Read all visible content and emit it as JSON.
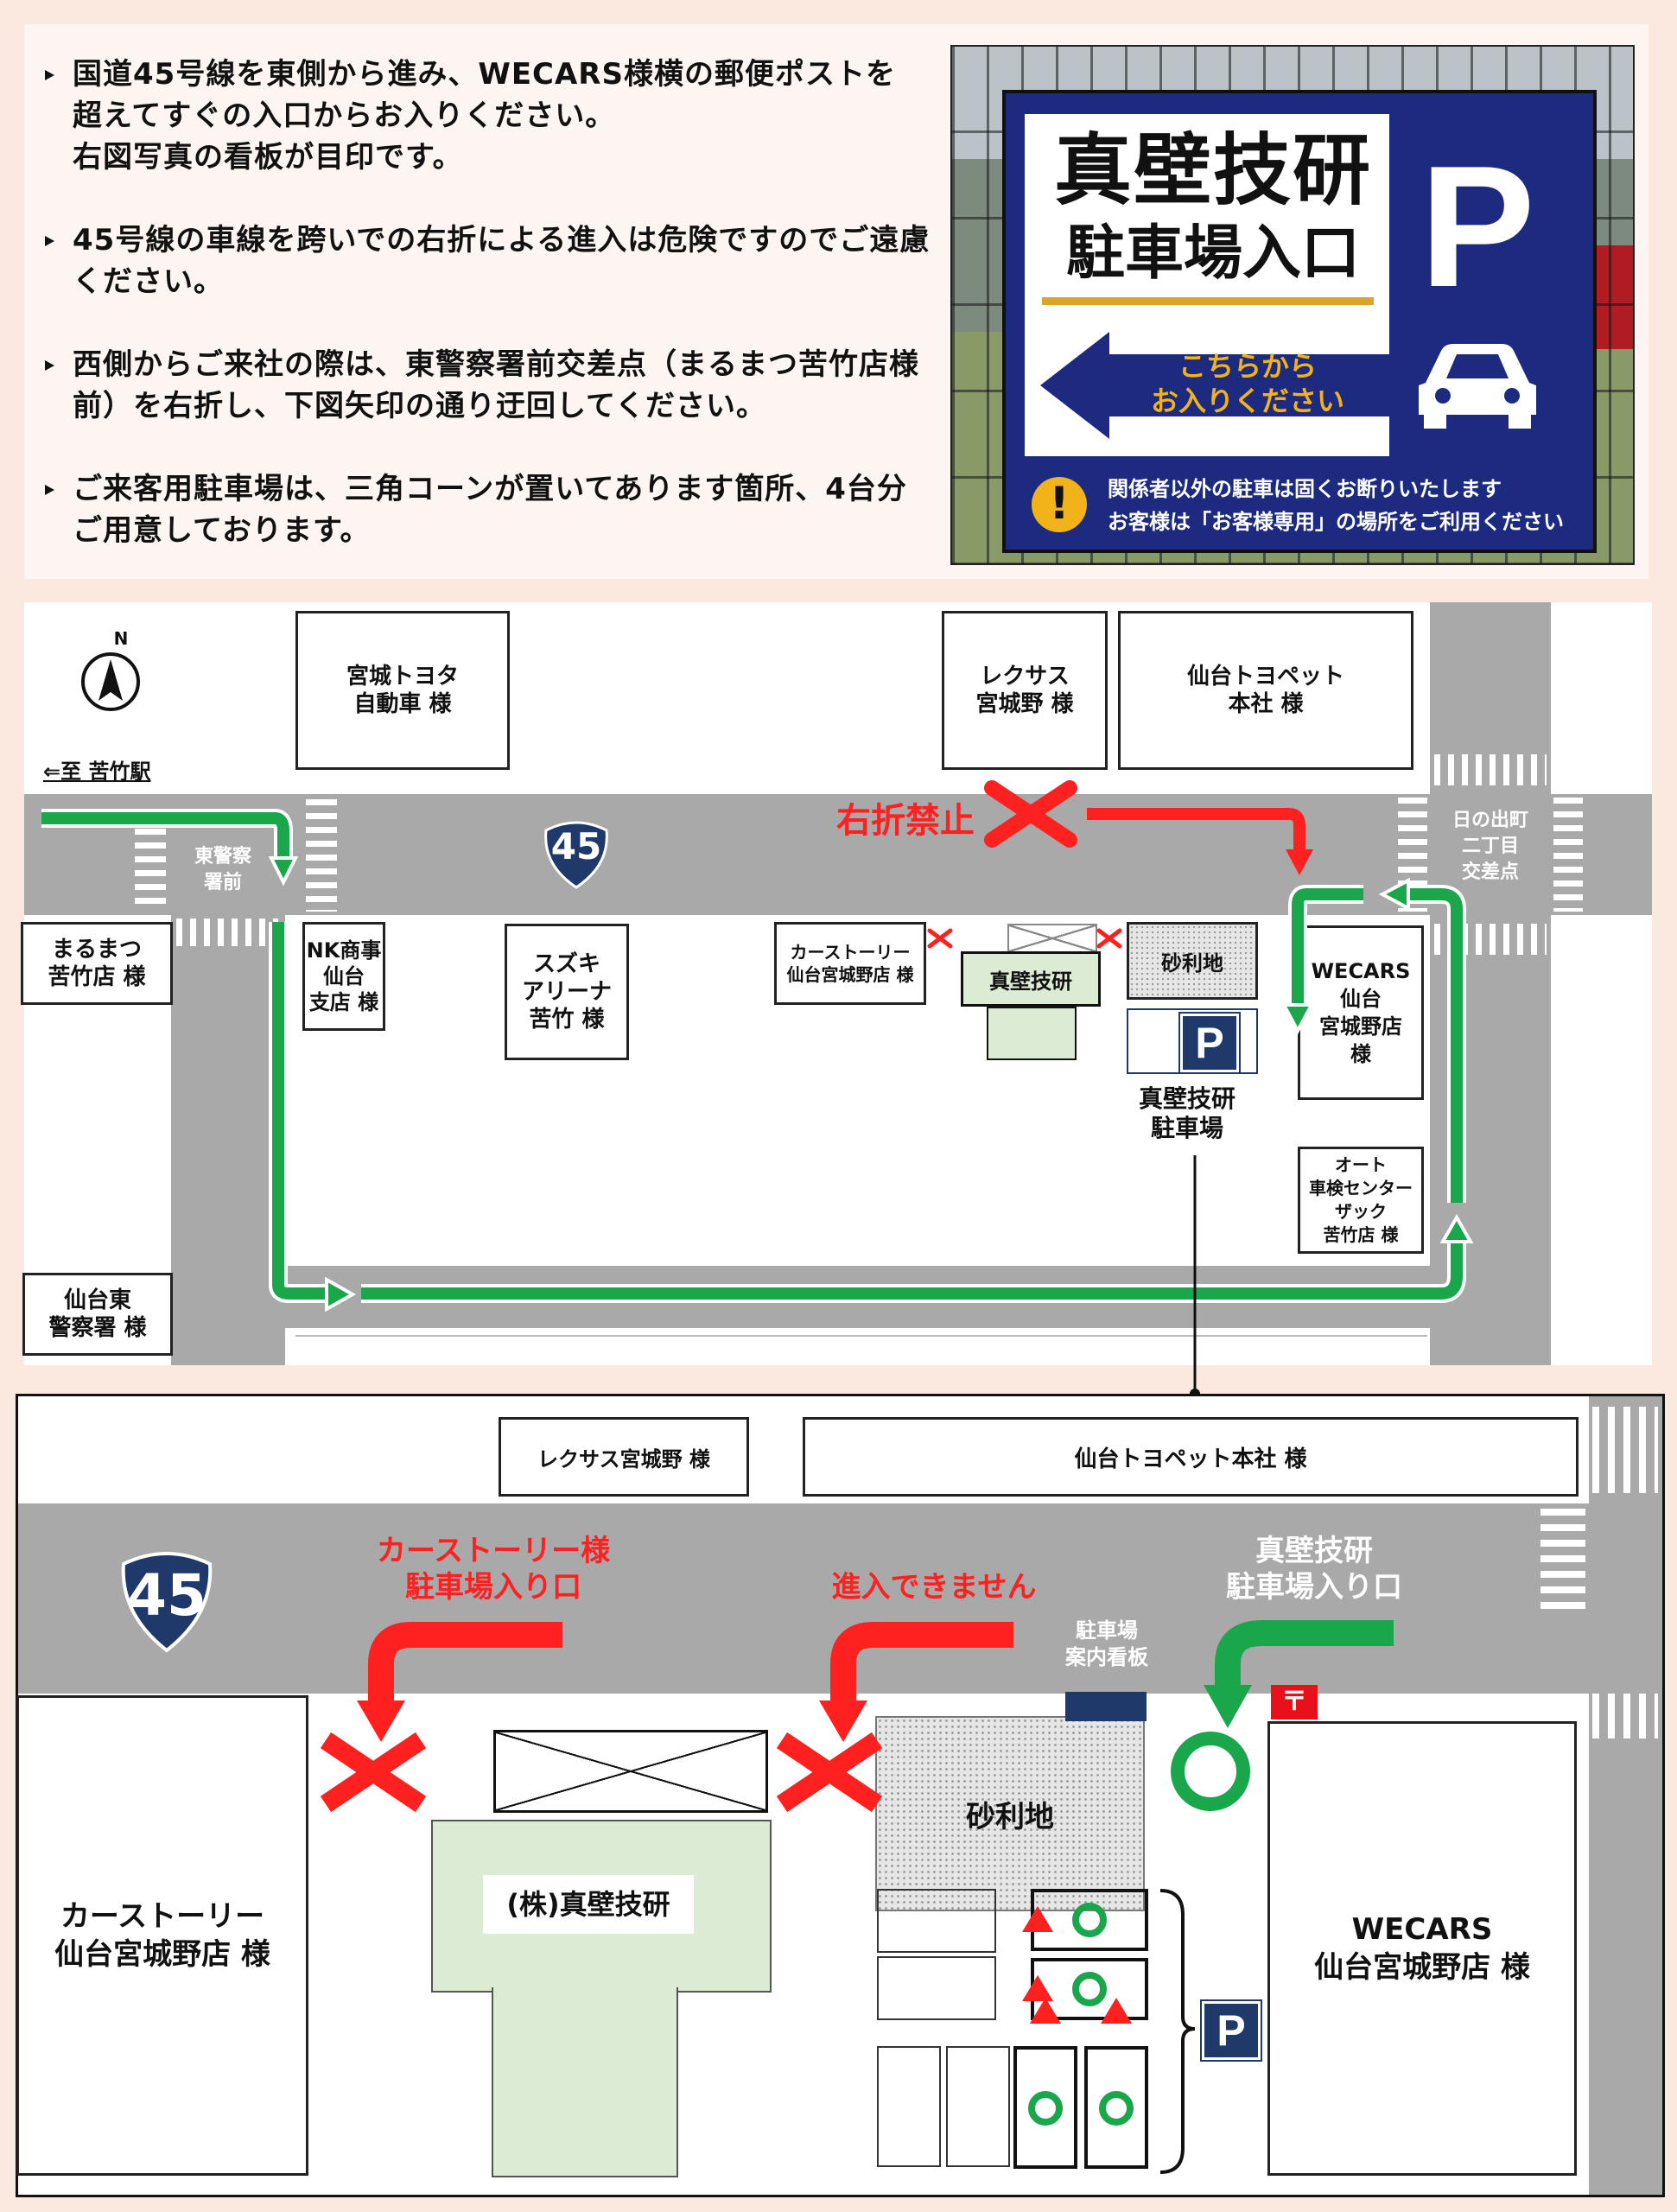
{
  "instructions": [
    "国道45号線を東側から進み、WECARS様横の郵便ポストを\n超えてすぐの入口からお入りください。\n右図写真の看板が目印です。",
    "45号線の車線を跨いでの右折による進入は危険ですのでご遠慮\nください。",
    "西側からご来社の際は、東警察署前交差点（まるまつ苦竹店様\n前）を右折し、下図矢印の通り迂回してください。",
    "ご来客用駐車場は、三角コーンが置いてあります箇所、4台分\nご用意しております。"
  ],
  "sign": {
    "title1": "真壁技研",
    "title2": "駐車場入口",
    "direction": "こちらから\nお入りください",
    "parking_letter": "P",
    "warning_mark": "!",
    "notice1": "関係者以外の駐車は固くお断りいたします",
    "notice2": "お客様は「お客様専用」の場所をご利用ください"
  },
  "map1": {
    "north": "N",
    "to_station": "⇐至 苦竹駅",
    "route_number": "45",
    "no_right_turn": "右折禁止",
    "buildings": {
      "miyagi_toyota": "宮城トヨタ\n自動車 様",
      "lexus": "レクサス\n宮城野 様",
      "sendai_toyopet": "仙台トヨペット\n本社 様",
      "marumatsu": "まるまつ\n苦竹店 様",
      "nk": "NK商事\n仙台\n支店 様",
      "suzuki": "スズキ\nアリーナ\n苦竹 様",
      "carstory": "カーストーリー\n仙台宮城野店 様",
      "makabe": "真壁技研",
      "gravel": "砂利地",
      "wecars": "WECARS\n仙台\n宮城野店\n様",
      "auto": "オート\n車検センター\nザック\n苦竹店 様",
      "police": "仙台東\n警察署 様"
    },
    "labels": {
      "east_police_front": "東警察\n署前",
      "hinode": "日の出町\n二丁目\n交差点",
      "makabe_parking": "真壁技研\n駐車場",
      "parking_letter": "P"
    }
  },
  "map2": {
    "route_number": "45",
    "buildings": {
      "lexus": "レクサス宮城野 様",
      "sendai_toyopet": "仙台トヨペット本社 様",
      "carstory": "カーストーリー\n仙台宮城野店 様",
      "makabe": "(株)真壁技研",
      "gravel": "砂利地",
      "wecars": "WECARS\n仙台宮城野店 様"
    },
    "labels": {
      "carstory_entrance": "カーストーリー様\n駐車場入り口",
      "no_entry": "進入できません",
      "makabe_entrance": "真壁技研\n駐車場入り口",
      "parking_sign": "駐車場\n案内看板",
      "postbox": "〒",
      "parking_letter": "P"
    }
  },
  "colors": {
    "road": "#a9a9a9",
    "green_arrow": "#1aa64a",
    "red": "#ff2020",
    "sign_navy": "#1c2a80",
    "route_shield": "#1f3a6a",
    "building_green": "#dcebd3"
  }
}
